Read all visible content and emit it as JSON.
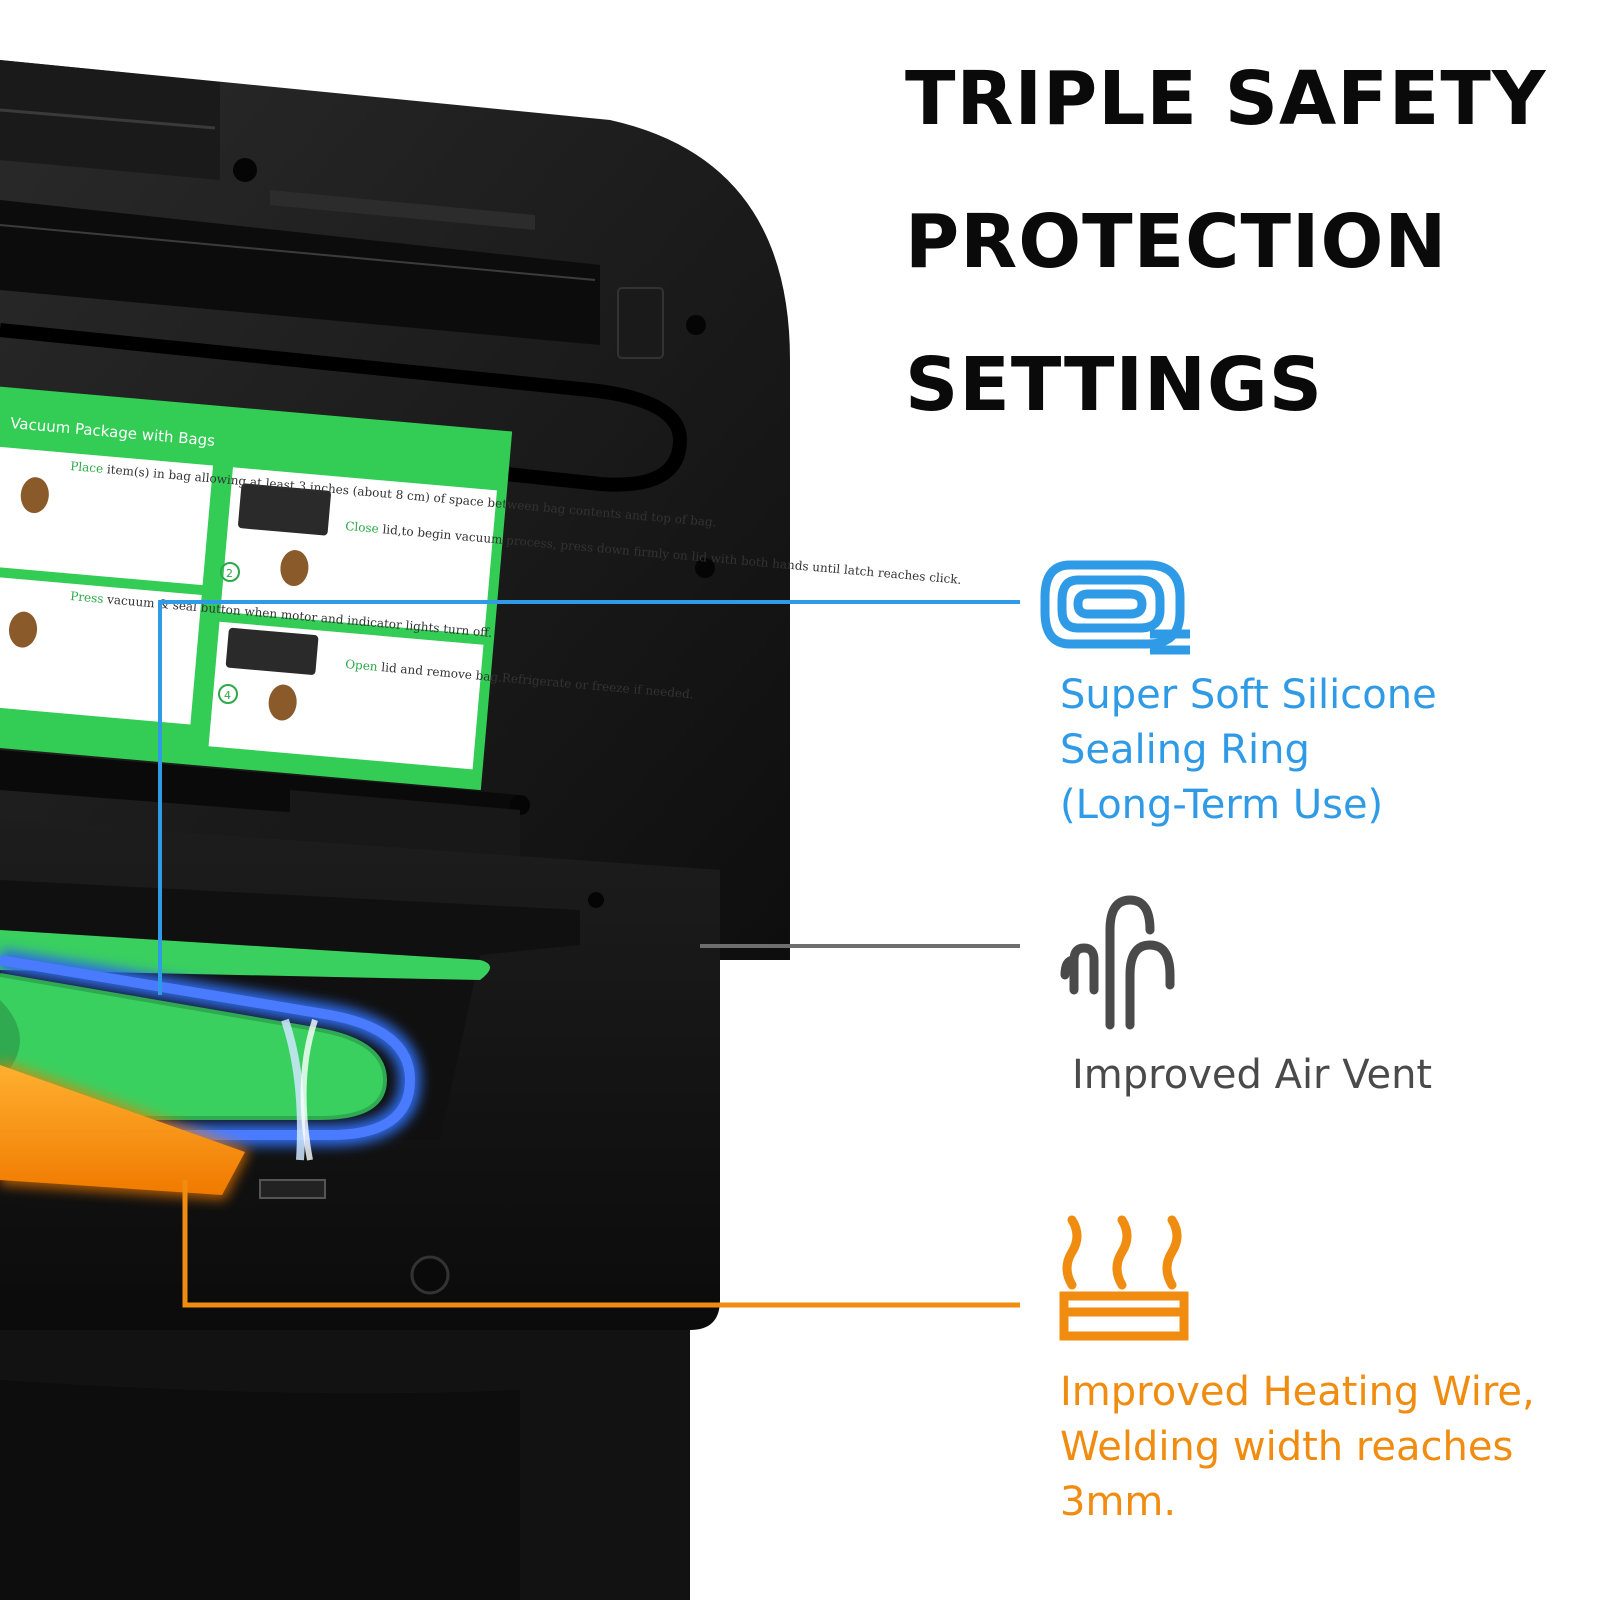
{
  "headline": {
    "line1": "TRIPLE SAFETY",
    "line2": "PROTECTION",
    "line3": "SETTINGS"
  },
  "features": [
    {
      "icon": "sealing-ring-icon",
      "color": "#2f9be6",
      "lines": [
        "Super Soft Silicone",
        "Sealing Ring",
        "(Long-Term Use)"
      ]
    },
    {
      "icon": "air-vent-icon",
      "color": "#4a4a4a",
      "lines": [
        "Improved Air Vent"
      ]
    },
    {
      "icon": "heating-wire-icon",
      "color": "#f08c10",
      "lines": [
        "Improved Heating Wire,",
        "Welding width reaches",
        "3mm."
      ]
    }
  ],
  "instruction_card": {
    "title": "Vacuum Package with Bags",
    "steps": [
      {
        "number": "",
        "keyword": "Place",
        "text": "item(s) in bag allowing at least 3 inches (about 8 cm) of space between bag contents and top of bag."
      },
      {
        "number": "2",
        "keyword": "Close",
        "text": "lid,to begin vacuum process, press down firmly on lid with both hands until latch reaches click."
      },
      {
        "number": "",
        "keyword": "Press",
        "text": "vacuum & seal button when motor and indicator lights turn off."
      },
      {
        "number": "4",
        "keyword": "Open",
        "text": "lid and remove bag.Refrigerate or freeze if needed."
      }
    ]
  },
  "colors": {
    "accent_blue": "#2f9be6",
    "accent_gray": "#4a4a4a",
    "accent_orange": "#f08c10",
    "card_green": "#33cc55",
    "machine_black": "#151515"
  }
}
